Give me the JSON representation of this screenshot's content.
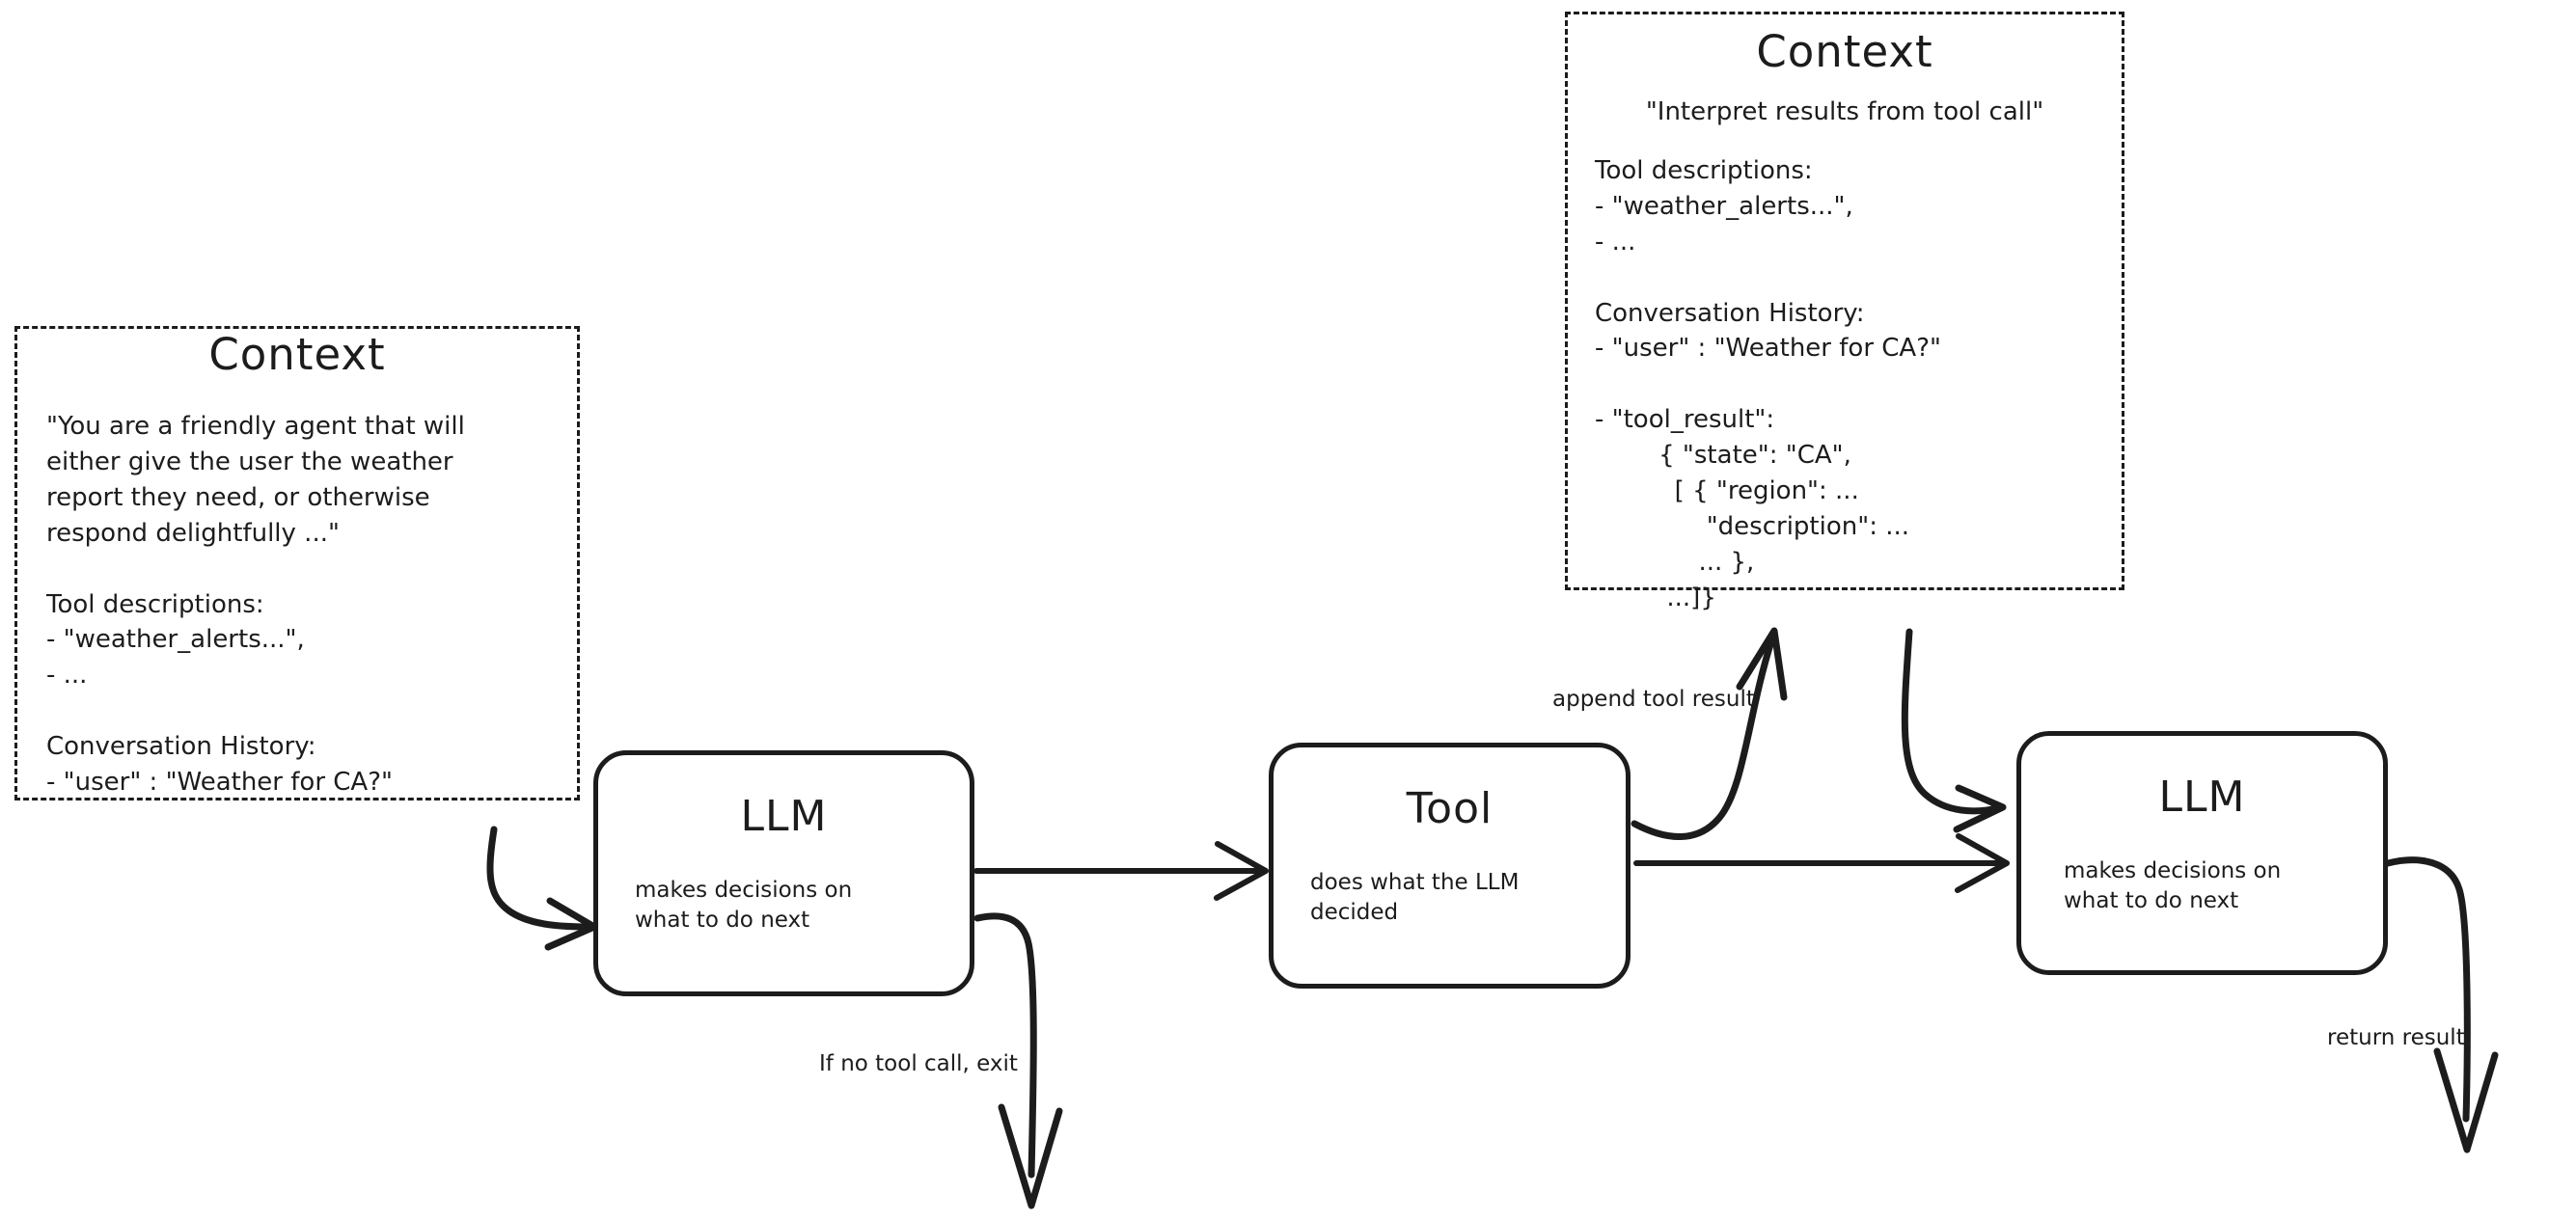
{
  "diagram": {
    "title": "Agent loop with LLM, Tool, and Context",
    "stroke_color": "#1c1c1c",
    "background_color": "#ffffff"
  },
  "context_left": {
    "title": "Context",
    "body": "\"You are a friendly agent that will\neither give the user the weather\nreport they need, or otherwise\nrespond delightfully ...\"\n\nTool descriptions:\n- \"weather_alerts...\",\n- ...\n\nConversation History:\n- \"user\" : \"Weather for CA?\""
  },
  "context_right": {
    "title": "Context",
    "quote": "\"Interpret results from tool call\"",
    "body": "Tool descriptions:\n- \"weather_alerts...\",\n- ...\n\nConversation History:\n- \"user\" : \"Weather for CA?\"\n\n- \"tool_result\":\n        { \"state\": \"CA\",\n          [ { \"region\": ...\n              \"description\": ...\n             ... },\n         ...]}"
  },
  "nodes": {
    "llm_1": {
      "title": "LLM",
      "subtitle": "makes decisions on\nwhat to do next"
    },
    "tool": {
      "title": "Tool",
      "subtitle": "does what the LLM\ndecided"
    },
    "llm_2": {
      "title": "LLM",
      "subtitle": "makes decisions on\nwhat to do next"
    }
  },
  "edge_labels": {
    "append_tool_result": "append tool result",
    "if_no_tool_call_exit": "If no tool call, exit",
    "return_result": "return result"
  }
}
